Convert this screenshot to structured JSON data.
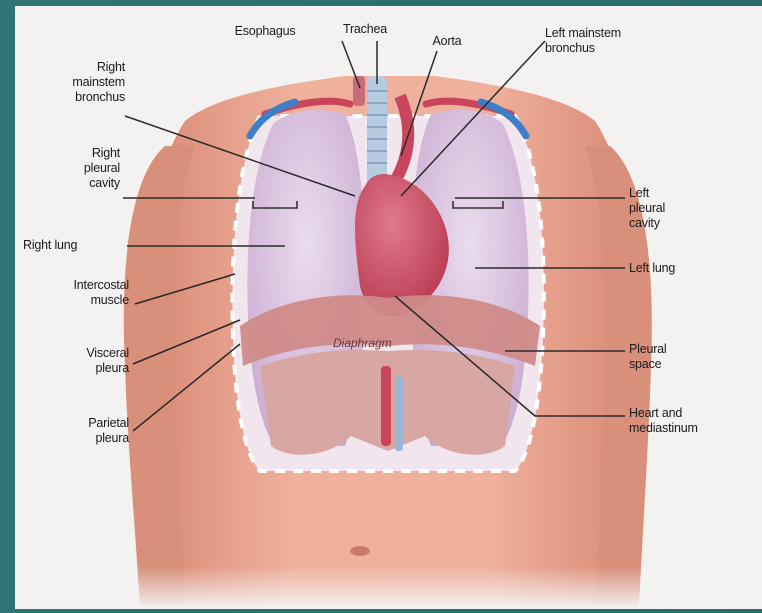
{
  "labels": {
    "esophagus": "Esophagus",
    "trachea": "Trachea",
    "aorta": "Aorta",
    "left_mainstem_bronchus": [
      "Left mainstem",
      "bronchus"
    ],
    "right_mainstem_bronchus": [
      "Right",
      "mainstem",
      "bronchus"
    ],
    "right_pleural_cavity": [
      "Right",
      "pleural",
      "cavity"
    ],
    "right_lung": "Right lung",
    "intercostal_muscle": [
      "Intercostal",
      "muscle"
    ],
    "visceral_pleura": [
      "Visceral",
      "pleura"
    ],
    "parietal_pleura": [
      "Parietal",
      "pleura"
    ],
    "left_pleural_cavity": [
      "Left",
      "pleural",
      "cavity"
    ],
    "left_lung": "Left lung",
    "pleural_space": [
      "Pleural",
      "space"
    ],
    "heart_and_mediastinum": [
      "Heart and",
      "mediastinum"
    ],
    "diaphragm": "Diaphragm"
  },
  "colors": {
    "frame": "#2b6f6f",
    "skin": "#e9a58e",
    "lung": "#dcc3e0",
    "heart": "#c8455c",
    "diaphragm": "#cf8b88"
  }
}
